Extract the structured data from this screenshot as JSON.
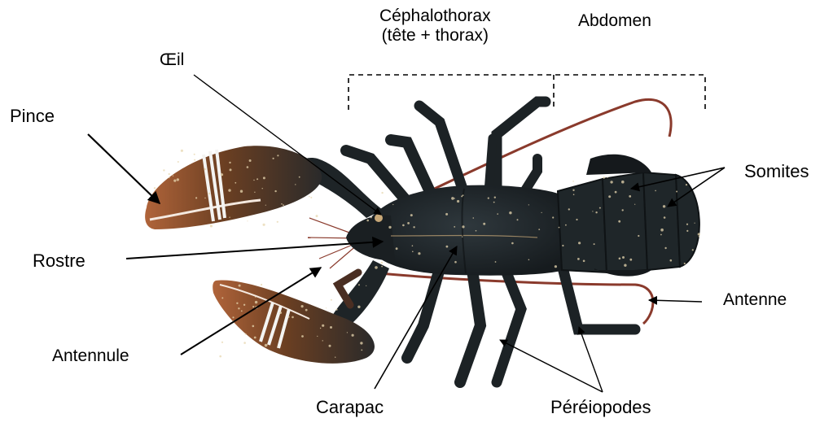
{
  "labels": {
    "cephalothorax_line1": "Céphalothorax",
    "cephalothorax_line2": "(tête + thorax)",
    "abdomen": "Abdomen",
    "oeil": "Œil",
    "pince": "Pince",
    "somites": "Somites",
    "rostre": "Rostre",
    "antenne": "Antenne",
    "antennule": "Antennule",
    "carapac": "Carapac",
    "pereiopodes": "Péréiopodes"
  },
  "colors": {
    "body": "#232a2e",
    "body_dark": "#15191c",
    "claw": "#6b3f22",
    "claw_tip": "#b0643a",
    "antenna": "#8a3a2c",
    "band": "#f4f4f2",
    "speckle": "#e8d7b0",
    "arrow": "#000000"
  }
}
